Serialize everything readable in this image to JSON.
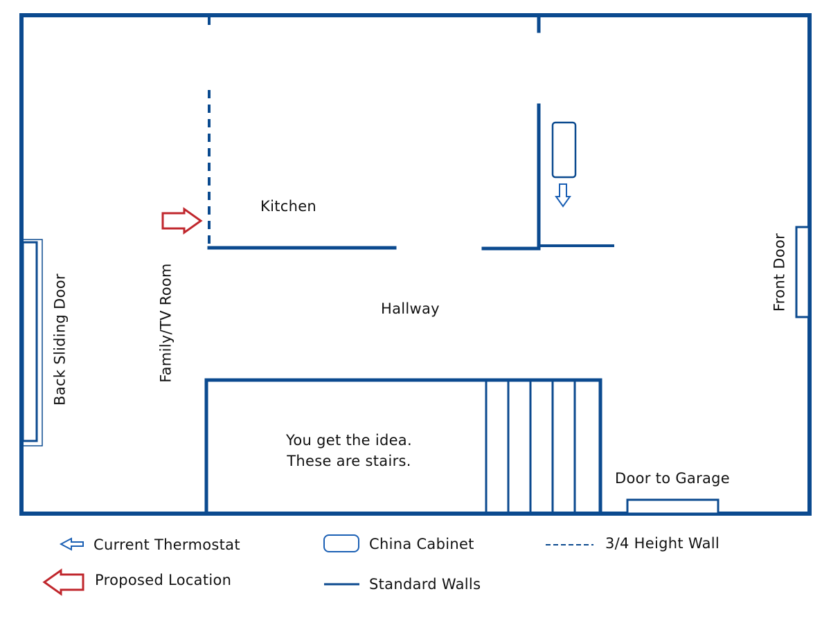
{
  "plan": {
    "wall_color": "#0b4a8f",
    "thermostat_color": "#1a5fb4",
    "proposed_color": "#c0272d",
    "rooms": {
      "kitchen": "Kitchen",
      "hallway": "Hallway",
      "family": "Family/TV Room",
      "stairs_line1": "You get the idea.",
      "stairs_line2": "These are stairs."
    },
    "doors": {
      "back": "Back Sliding Door",
      "front": "Front Door",
      "garage": "Door to Garage"
    }
  },
  "legend": {
    "current_thermostat": "Current Thermostat",
    "proposed_location": "Proposed Location",
    "china_cabinet": "China Cabinet",
    "standard_walls": "Standard Walls",
    "three_quarter_wall": "3/4 Height Wall"
  }
}
